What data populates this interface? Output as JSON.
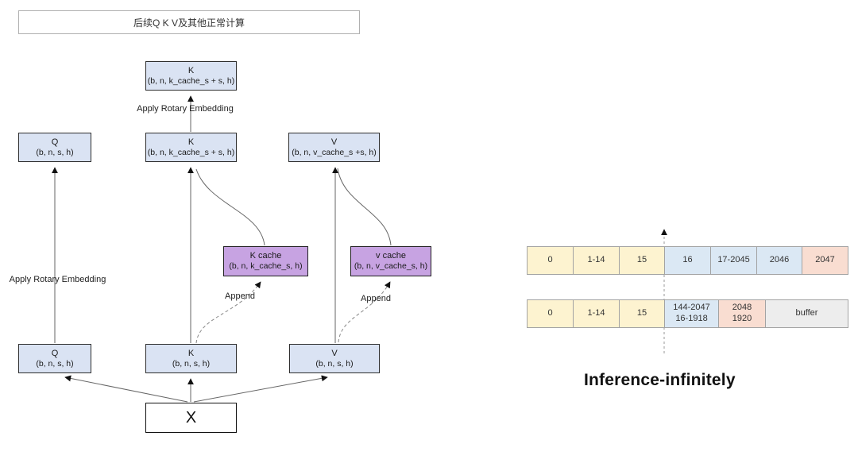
{
  "colors": {
    "node_blue": "#dae3f3",
    "node_purple": "#c7a3e2",
    "cell_yellow": "#fdf3d0",
    "cell_blue": "#dbe8f4",
    "cell_pink": "#f9ddd1",
    "cell_gray": "#ededed",
    "line": "#666666",
    "arrowhead": "#111111"
  },
  "flow": {
    "banner": "后续Q K V及其他正常计算",
    "nodes": {
      "k_top": {
        "title": "K",
        "shape": "(b, n, k_cache_s + s, h)"
      },
      "q_mid": {
        "title": "Q",
        "shape": "(b, n, s, h)"
      },
      "k_mid": {
        "title": "K",
        "shape": "(b, n, k_cache_s + s, h)"
      },
      "v_mid": {
        "title": "V",
        "shape": "(b, n, v_cache_s +s, h)"
      },
      "k_cache": {
        "title": "K cache",
        "shape": "(b, n, k_cache_s, h)"
      },
      "v_cache": {
        "title": "v cache",
        "shape": "(b, n, v_cache_s, h)"
      },
      "q_bot": {
        "title": "Q",
        "shape": "(b, n, s, h)"
      },
      "k_bot": {
        "title": "K",
        "shape": "(b, n, s, h)"
      },
      "v_bot": {
        "title": "V",
        "shape": "(b, n, s, h)"
      },
      "x": {
        "title": "X"
      }
    },
    "labels": {
      "rotary_top": "Apply Rotary Embedding",
      "rotary_left": "Apply Rotary Embedding",
      "append_k": "Append",
      "append_v": "Append"
    }
  },
  "memory": {
    "row1": {
      "cells": [
        {
          "label": "0"
        },
        {
          "label": "1-14"
        },
        {
          "label": "15"
        },
        {
          "label": "16"
        },
        {
          "label": "17-2045"
        },
        {
          "label": "2046"
        },
        {
          "label": "2047"
        }
      ]
    },
    "row2": {
      "cells": [
        {
          "label": "0"
        },
        {
          "label": "1-14"
        },
        {
          "label": "15"
        },
        {
          "label": "144-2047",
          "label2": "16-1918"
        },
        {
          "label": "2048",
          "label2": "1920"
        },
        {
          "label": "buffer"
        }
      ]
    },
    "caption": "Inference-infinitely"
  }
}
